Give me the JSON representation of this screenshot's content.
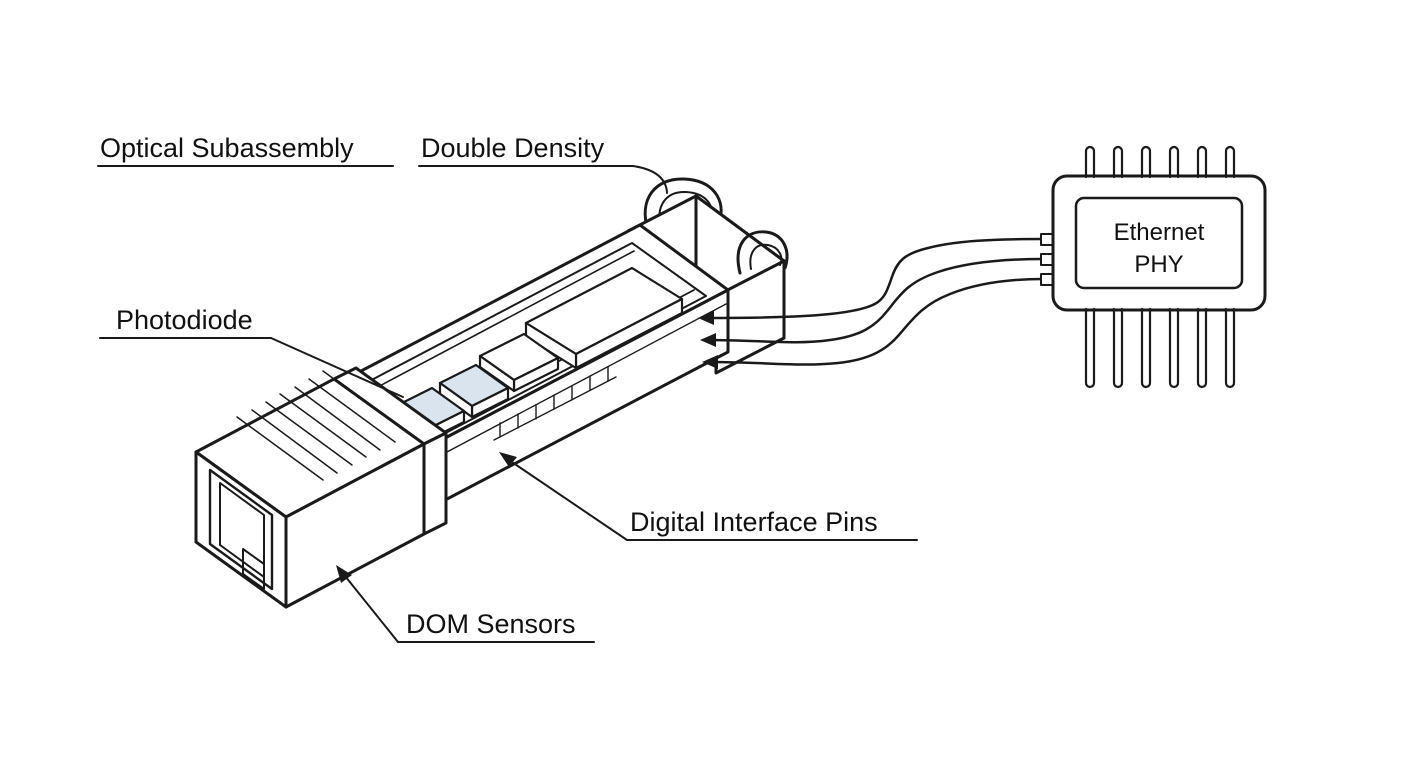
{
  "colors": {
    "background": "#ffffff",
    "line": "#1a1a1a",
    "text": "#111111",
    "photodiode_fill": "#d9e4ef"
  },
  "diagram": {
    "labels": {
      "optical_subassembly": "Optical Subassembly",
      "double_density": "Double Density",
      "photodiode": "Photodiode",
      "digital_interface_pins": "Digital Interface Pins",
      "dom_sensors": "DOM Sensors"
    },
    "chip": {
      "line1": "Ethernet",
      "line2": "PHY"
    }
  }
}
